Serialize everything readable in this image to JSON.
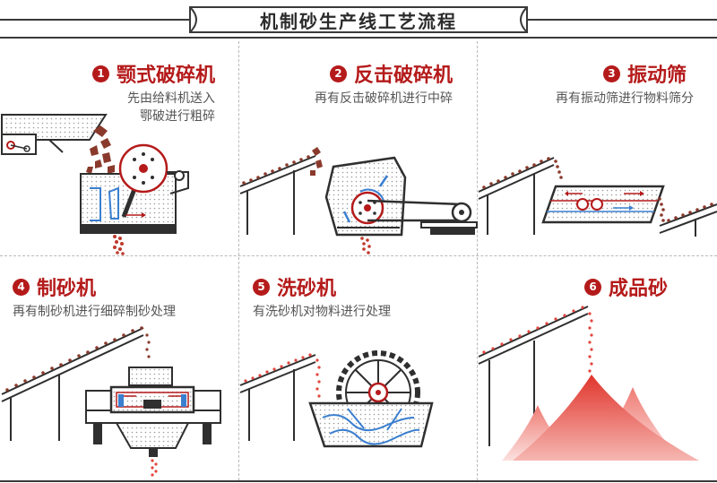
{
  "title": "机制砂生产线工艺流程",
  "colors": {
    "accent": "#b51a1a",
    "stone": "#8a3a2c",
    "sand": "#e2453c",
    "dark": "#2f2f2f",
    "water": "#3a7fd0"
  },
  "steps": [
    {
      "number": "1",
      "title": "颚式破碎机",
      "desc_lines": [
        "先由给料机送入",
        "鄂破进行粗碎"
      ]
    },
    {
      "number": "2",
      "title": "反击破碎机",
      "desc_lines": [
        "再有反击破碎机进行中碎"
      ]
    },
    {
      "number": "3",
      "title": "振动筛",
      "desc_lines": [
        "再有振动筛进行物料筛分"
      ]
    },
    {
      "number": "4",
      "title": "制砂机",
      "desc_lines": [
        "再有制砂机进行细碎制砂处理"
      ]
    },
    {
      "number": "5",
      "title": "洗砂机",
      "desc_lines": [
        "有洗砂机对物料进行处理"
      ]
    },
    {
      "number": "6",
      "title": "成品砂",
      "desc_lines": []
    }
  ]
}
